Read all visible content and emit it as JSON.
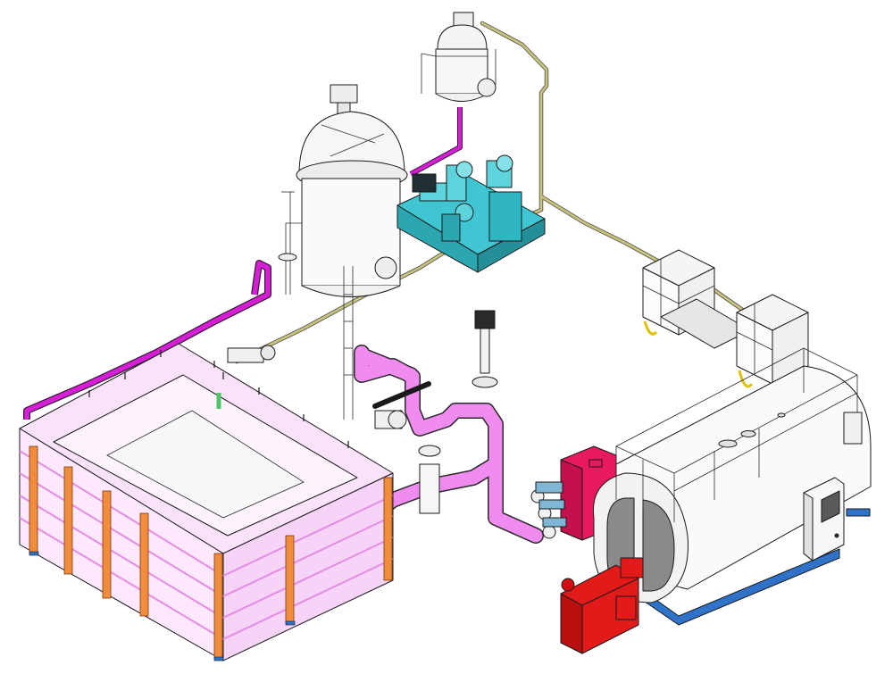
{
  "drawing": {
    "style": "isometric plant layout, monochrome outline with colour-coded equipment",
    "components": [
      {
        "name": "head-tank",
        "icon": "small-vessel-icon"
      },
      {
        "name": "main-vessel",
        "icon": "jacketed-tank-icon"
      },
      {
        "name": "pump-skid",
        "icon": "pump-skid-icon"
      },
      {
        "name": "ibc-totes",
        "icon": "ibc-tote-icon"
      },
      {
        "name": "open-tank",
        "icon": "rectangular-tank-icon"
      },
      {
        "name": "heat-exchanger",
        "icon": "heat-exchanger-icon"
      },
      {
        "name": "boiler",
        "icon": "fire-tube-boiler-icon"
      },
      {
        "name": "burner",
        "icon": "burner-icon"
      },
      {
        "name": "control-panel",
        "icon": "control-panel-icon"
      },
      {
        "name": "vertical-pump",
        "icon": "vertical-pump-icon"
      }
    ],
    "colors": {
      "process_pipe": "#f08cf0",
      "process_pipe_dark": "#d94fd9",
      "supply_line": "#d61ed6",
      "utility_line": "#c9c27a",
      "pump_skid": "#3fc6d2",
      "tank_frame": "#f08c3c",
      "heat_exchanger": "#e8195f",
      "burner": "#e21a1a",
      "boiler_base": "#2e73c9",
      "boiler_door": "#8a8a8a",
      "outline": "#1a1a1a"
    }
  }
}
